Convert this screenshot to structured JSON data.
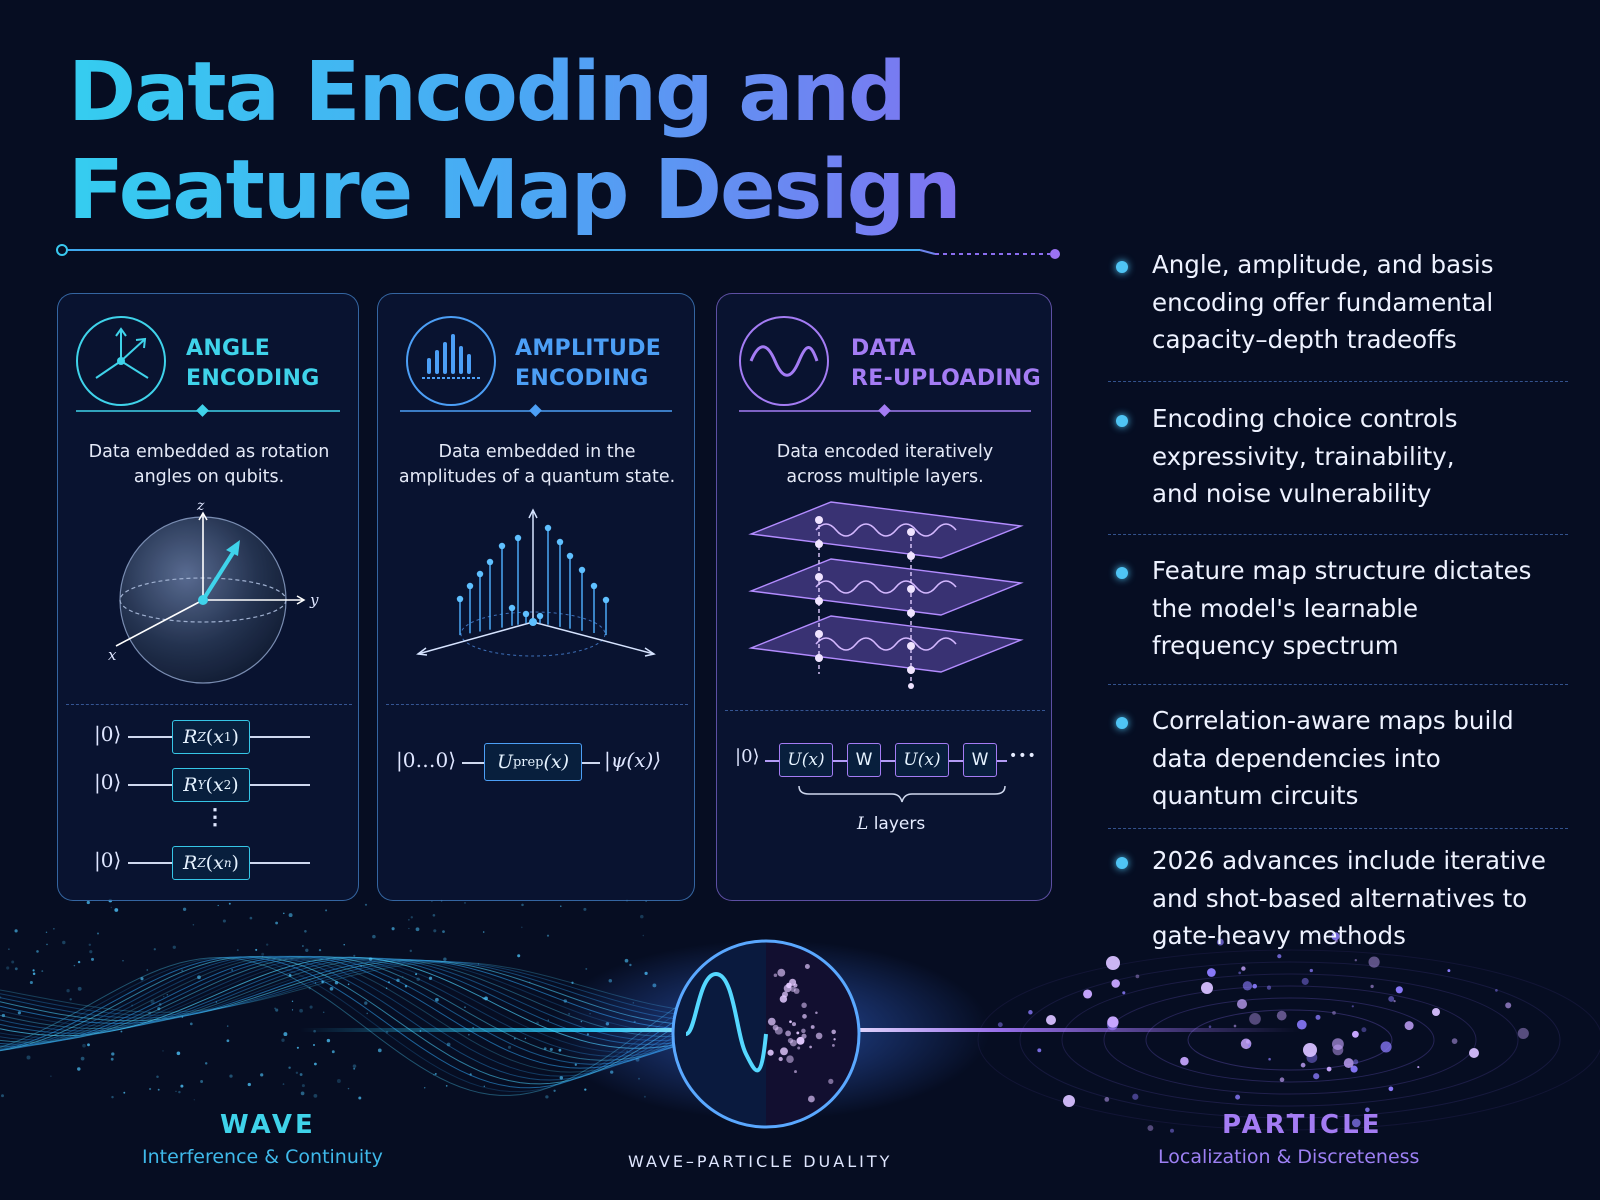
{
  "title": {
    "line1": "Data Encoding and",
    "line2": "Feature Map Design"
  },
  "cards": {
    "angle": {
      "title1": "ANGLE",
      "title2": "ENCODING",
      "desc1": "Data embedded as rotation",
      "desc2": "angles on qubits.",
      "icon": "axes-icon",
      "axes": {
        "z": "z",
        "y": "y",
        "x": "x"
      },
      "circuit": {
        "ket": "|0⟩",
        "gate1": "R",
        "gate1_sub": "Z",
        "gate1_arg": "x",
        "gate1_argsub": "1",
        "gate2": "R",
        "gate2_sub": "Y",
        "gate2_arg": "x",
        "gate2_argsub": "2",
        "gate3": "R",
        "gate3_sub": "Z",
        "gate3_arg": "x",
        "gate3_argsub": "n",
        "vdots": "⋮"
      }
    },
    "amplitude": {
      "title1": "AMPLITUDE",
      "title2": "ENCODING",
      "desc1": "Data embedded in the",
      "desc2": "amplitudes of a quantum state.",
      "icon": "bar-chart-icon",
      "circuit": {
        "input": "|0…0⟩",
        "gate": "U",
        "gate_sub": "prep",
        "gate_arg": "(x)",
        "output": "|ψ(x)⟩"
      }
    },
    "reupload": {
      "title1": "DATA",
      "title2": "RE-UPLOADING",
      "desc1": "Data encoded iteratively",
      "desc2": "across multiple layers.",
      "icon": "wave-icon",
      "circuit": {
        "ket": "|0⟩",
        "u1": "U(x)",
        "w1": "W",
        "u2": "U(x)",
        "w2": "W",
        "dots": "•••",
        "layers_var": "L",
        "layers_text": "layers"
      }
    }
  },
  "bullets": [
    {
      "line1": "Angle, amplitude, and basis",
      "line2": "encoding offer fundamental",
      "line3": "capacity–depth tradeoffs"
    },
    {
      "line1": "Encoding choice controls",
      "line2": "expressivity, trainability,",
      "line3": "and noise vulnerability"
    },
    {
      "line1": "Feature map structure dictates",
      "line2": "the model's learnable",
      "line3": "frequency spectrum"
    },
    {
      "line1": "Correlation-aware maps build",
      "line2": "data dependencies into",
      "line3": "quantum circuits"
    },
    {
      "line1": "2026 advances include iterative",
      "line2": "and shot-based alternatives to",
      "line3": "gate-heavy methods"
    }
  ],
  "bottom": {
    "wave_title": "WAVE",
    "wave_sub": "Interference & Continuity",
    "center_caption": "WAVE–PARTICLE DUALITY",
    "particle_title": "PARTICLE",
    "particle_sub": "Localization & Discreteness"
  },
  "colors": {
    "background": "#060d22",
    "cyan": "#3fd3ea",
    "blue": "#4c9ff6",
    "purple": "#a47cf4",
    "bullet": "#4fc4f4"
  }
}
